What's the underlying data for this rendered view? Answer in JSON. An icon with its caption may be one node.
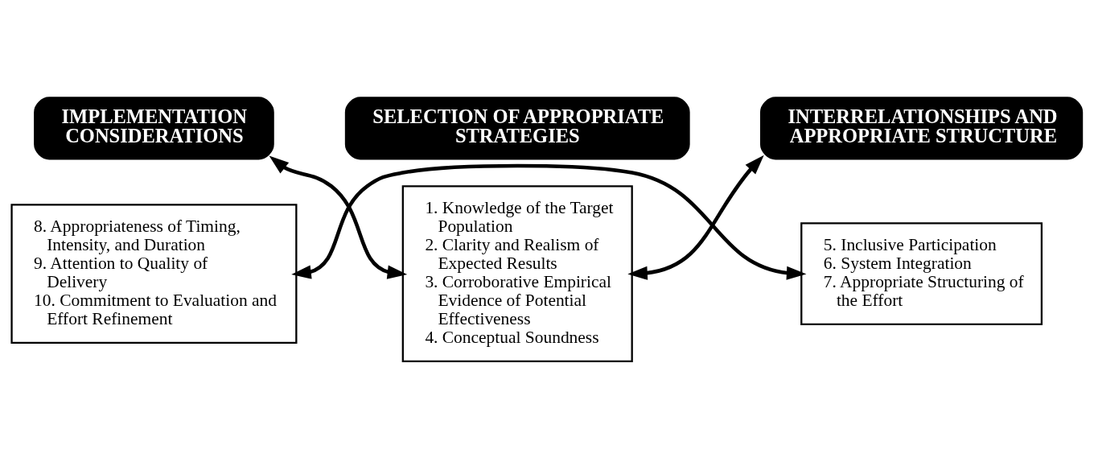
{
  "diagram": {
    "nodes": [
      {
        "text": [
          "SELECTION OF APPROPRIATE STRATEGIES"
        ]
      },
      {
        "text": [
          "1. Knowledge of the Target Population",
          "2. Clarity and Realism of Expected Results",
          "3. Corroborative Empirical Evidence of Potential Effectiveness",
          "4. Conceptual Soundness"
        ]
      },
      {
        "text": [
          "IMPLEMENTATION CONSIDERATIONS"
        ]
      },
      {
        "text": [
          "8. Appropriateness of Timing, Intensity, and Duration",
          "9. Attention to Quality of Delivery",
          "10. Commitment to Evaluation and Effort Refinement"
        ]
      },
      {
        "text": [
          "INTERRELATIONSHIPS AND APPROPRIATE STRUCTURE"
        ]
      },
      {
        "text": [
          "5. Inclusive Participation",
          "6. System Integration",
          "7. Appropriate Structuring of the Effort"
        ]
      }
    ],
    "edges": [
      {
        "from": 2,
        "to": 1,
        "arrow": "both"
      },
      {
        "from": 1,
        "to": 4,
        "arrow": "both"
      },
      {
        "from": 3,
        "to": 5,
        "arrow": "both"
      }
    ]
  }
}
